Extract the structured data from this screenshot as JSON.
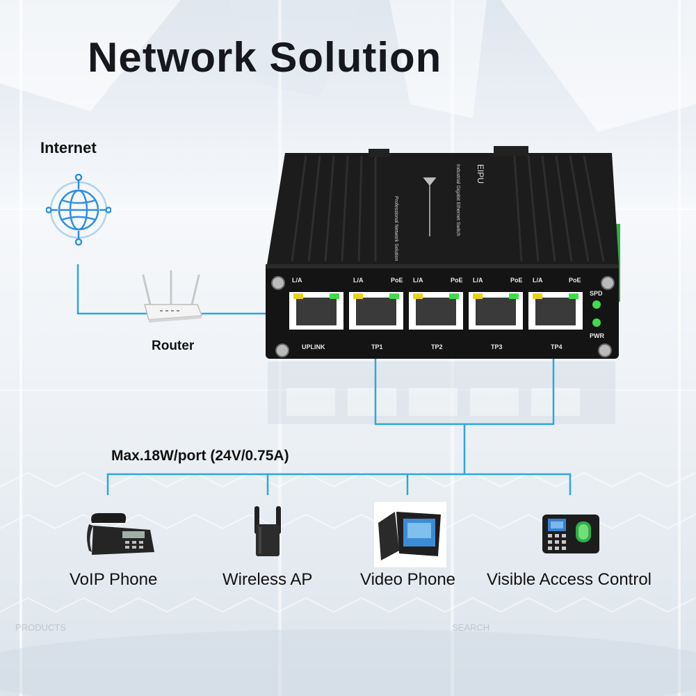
{
  "title": "Network Solution",
  "labels": {
    "internet": "Internet",
    "router": "Router",
    "power": "Max.18W/port (24V/0.75A)"
  },
  "switch": {
    "brand": "EIPU",
    "front_text": "Industrial Gigabit Ethernet Switch",
    "side_text": "Professional Network Solution",
    "port_labels": [
      "UPLINK",
      "TP1",
      "TP2",
      "TP3",
      "TP4"
    ],
    "led_la": "L/A",
    "led_poe": "PoE",
    "led_spd": "SPD",
    "led_pwr": "PWR"
  },
  "devices": [
    {
      "label": "VoIP Phone",
      "icon": "voip-phone-icon"
    },
    {
      "label": "Wireless AP",
      "icon": "wireless-ap-icon"
    },
    {
      "label": "Video Phone",
      "icon": "video-phone-icon"
    },
    {
      "label": "Visible Access Control",
      "icon": "access-control-icon"
    }
  ],
  "watermarks": [
    "PRODUCTS",
    "SEARCH"
  ],
  "colors": {
    "line": "#2aa7e0",
    "switch_body": "#141414",
    "terminal": "#2fae4a",
    "led_green": "#3fdc4a",
    "led_yellow": "#e8d21a",
    "globe": "#2e8fe0"
  }
}
